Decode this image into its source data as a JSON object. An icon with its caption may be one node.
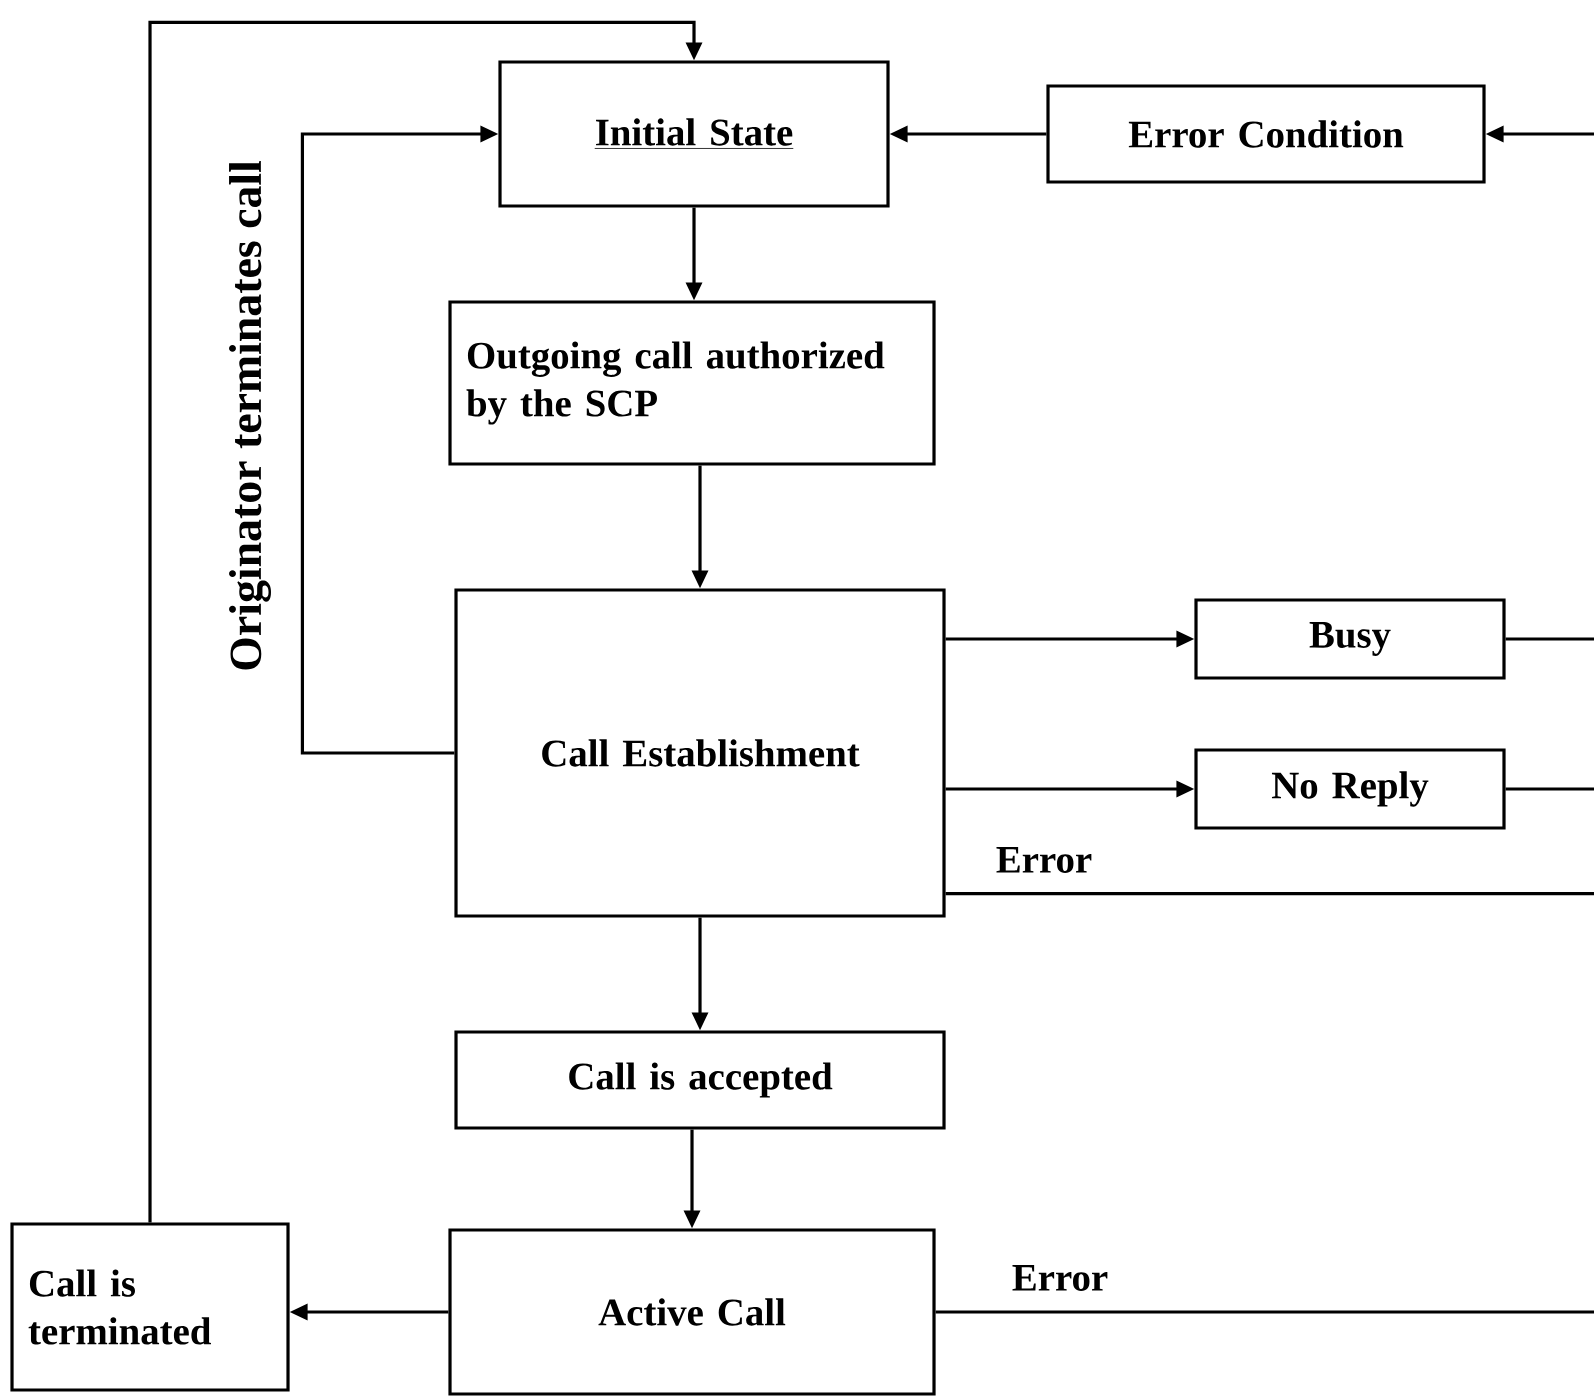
{
  "diagram": {
    "nodes": [
      {
        "text": [
          "Initial State"
        ]
      },
      {
        "text": [
          "Error Condition"
        ]
      },
      {
        "text": [
          "Outgoing call authorized by the SCP"
        ]
      },
      {
        "text": [
          "Call Establishment"
        ]
      },
      {
        "text": [
          "Busy"
        ]
      },
      {
        "text": [
          "No Reply"
        ]
      },
      {
        "text": [
          "Call is accepted"
        ]
      },
      {
        "text": [
          "Active Call"
        ]
      },
      {
        "text": [
          "Call is terminated"
        ]
      }
    ],
    "edges": [
      {
        "from": 1,
        "to": 0,
        "arrow": "to"
      },
      {
        "from": null,
        "to": 1,
        "arrow": "to"
      },
      {
        "from": 0,
        "to": 2,
        "arrow": "to"
      },
      {
        "from": 2,
        "to": 3,
        "arrow": "to"
      },
      {
        "from": 3,
        "to": 4,
        "arrow": "to"
      },
      {
        "from": 3,
        "to": 5,
        "arrow": "to"
      },
      {
        "from": 3,
        "to": 0,
        "arrow": "to",
        "label": "Originator terminates call"
      },
      {
        "from": 3,
        "to": null,
        "arrow": "none",
        "label": "Error"
      },
      {
        "from": 4,
        "to": null,
        "arrow": "none"
      },
      {
        "from": 5,
        "to": null,
        "arrow": "none"
      },
      {
        "from": 3,
        "to": 6,
        "arrow": "to"
      },
      {
        "from": 6,
        "to": 7,
        "arrow": "to"
      },
      {
        "from": 7,
        "to": 8,
        "arrow": "to"
      },
      {
        "from": 7,
        "to": null,
        "arrow": "none",
        "label": "Error"
      },
      {
        "from": 8,
        "to": 0,
        "arrow": "to"
      }
    ]
  }
}
